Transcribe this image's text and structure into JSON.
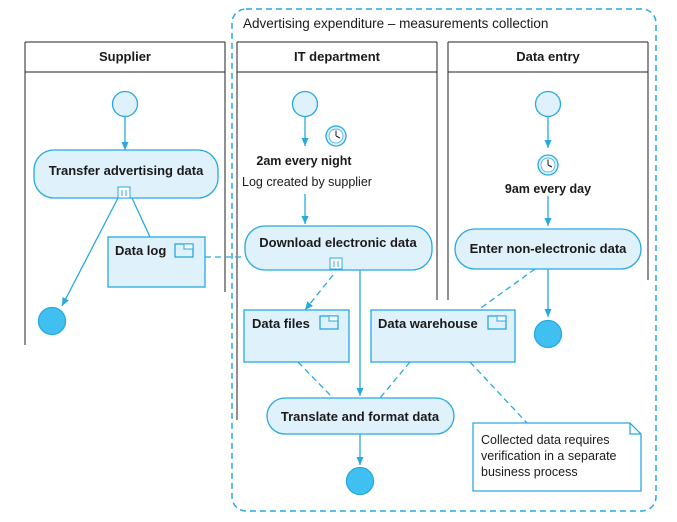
{
  "partition": {
    "label": "Advertising expenditure – measurements collection"
  },
  "lanes": {
    "supplier": "Supplier",
    "it": "IT department",
    "data_entry": "Data entry"
  },
  "actions": {
    "transfer": "Transfer advertising data",
    "download": "Download electronic data",
    "enter": "Enter non-electronic data",
    "translate": "Translate and format data"
  },
  "objects": {
    "data_log": "Data log",
    "data_files": "Data files",
    "data_warehouse": "Data warehouse"
  },
  "events": {
    "it_time": "2am every night",
    "it_note": "Log created by supplier",
    "entry_time": "9am every day"
  },
  "note": {
    "line1": "Collected data requires",
    "line2": "verification in a separate",
    "line3": "business process"
  },
  "icons": {
    "clock": "clock-icon",
    "object": "object-icon",
    "rake": "rake-icon"
  },
  "colors": {
    "node_fill": "#dff1fb",
    "node_stroke": "#27a9e1",
    "final_fill": "#40c0f0",
    "line": "#27a9e1",
    "text": "#1a1a1a"
  }
}
